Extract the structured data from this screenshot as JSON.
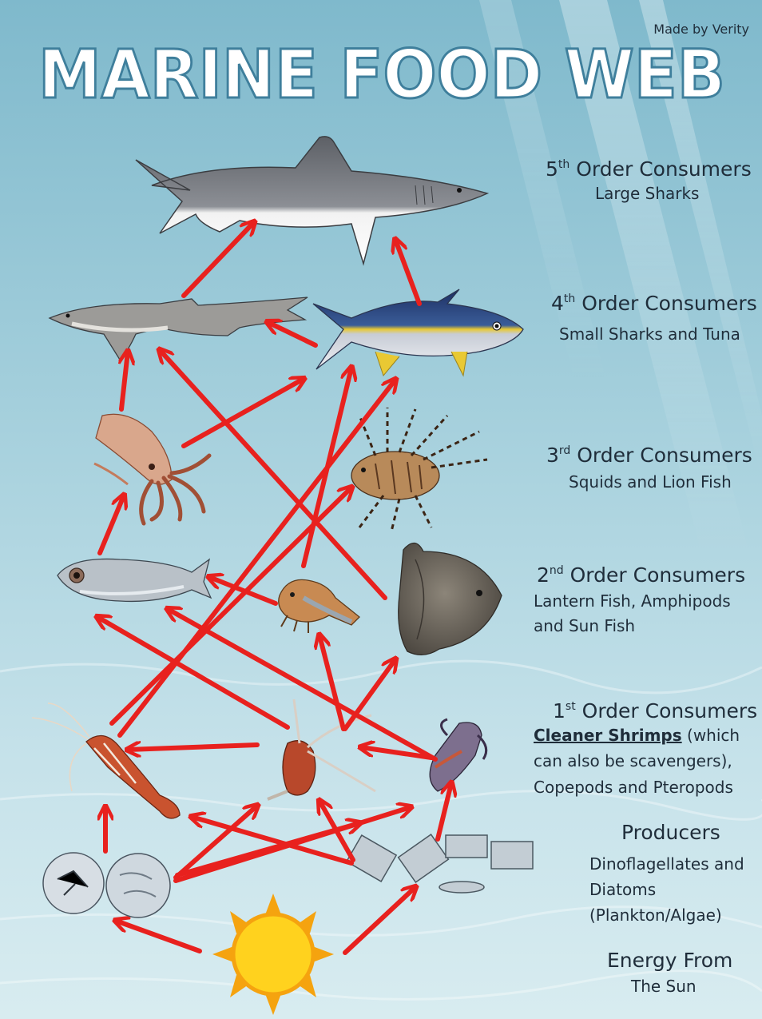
{
  "credit": "Made by Verity",
  "title": "MARINE FOOD WEB",
  "levels": {
    "fifth": {
      "heading": "5",
      "sup": "th",
      "heading_rest": " Order Consumers",
      "desc": "Large Sharks"
    },
    "fourth": {
      "heading": "4",
      "sup": "th",
      "heading_rest": " Order Consumers",
      "desc": "Small Sharks and Tuna"
    },
    "third": {
      "heading": "3",
      "sup": "rd",
      "heading_rest": " Order Consumers",
      "desc": "Squids and Lion Fish"
    },
    "second": {
      "heading": "2",
      "sup": "nd",
      "heading_rest": " Order Consumers",
      "desc_line1": "Lantern Fish, Amphipods",
      "desc_line2": "and Sun Fish"
    },
    "first": {
      "heading": "1",
      "sup": "st",
      "heading_rest": " Order Consumers",
      "desc_underlined": "Cleaner Shrimps",
      "desc_line1_rest": " (which",
      "desc_line2": "can also be scavengers),",
      "desc_line3": "Copepods and Pteropods"
    },
    "producers": {
      "heading": "Producers",
      "desc_line1": "Dinoflagellates and",
      "desc_line2": "Diatoms",
      "desc_line3": "(Plankton/Algae)"
    },
    "energy": {
      "heading": "Energy From",
      "desc": "The Sun"
    }
  },
  "colors": {
    "arrow": "#e8211e",
    "sun_core": "#ffd21e",
    "sun_rays": "#f5a30f",
    "water_top": "#7fb9cc",
    "water_bottom": "#d8ecf0",
    "title_fill": "#ffffff",
    "text": "#1f2d3a"
  },
  "organisms": [
    "large-shark",
    "small-shark",
    "tuna",
    "squid",
    "lion-fish",
    "lantern-fish",
    "amphipod",
    "sun-fish",
    "cleaner-shrimp",
    "copepod",
    "pteropod",
    "dinoflagellates",
    "diatoms",
    "sun"
  ]
}
